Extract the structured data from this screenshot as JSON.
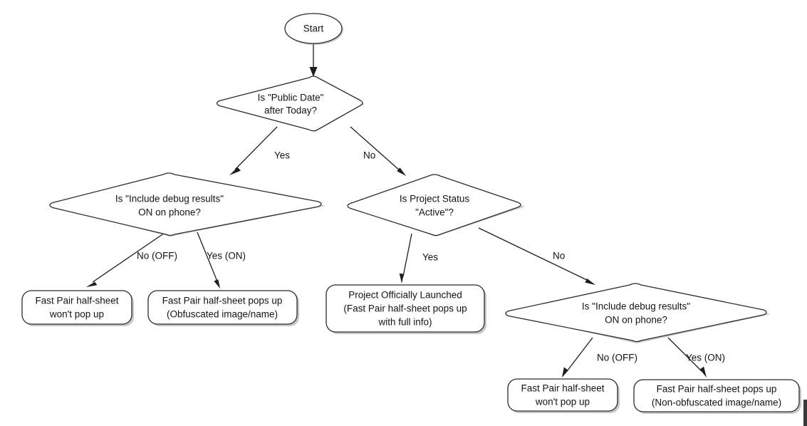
{
  "diagram": {
    "type": "flowchart",
    "title": "Fast Pair half-sheet decision flow",
    "background_color": "#ffffff",
    "line_color": "#1d1d1d",
    "shadow_color": "#9a9a9a"
  },
  "nodes": {
    "start": {
      "shape": "ellipse",
      "label": "Start",
      "lines": [
        "Start"
      ]
    },
    "decision_public_date": {
      "shape": "diamond",
      "lines": [
        "Is \"Public Date\"",
        "after Today?"
      ]
    },
    "decision_debug_left": {
      "shape": "diamond",
      "lines": [
        "Is \"Include debug results\"",
        "ON on phone?"
      ]
    },
    "decision_project_status": {
      "shape": "diamond",
      "lines": [
        "Is Project Status",
        "\"Active\"?"
      ]
    },
    "decision_debug_right": {
      "shape": "diamond",
      "lines": [
        "Is \"Include debug results\"",
        "ON on phone?"
      ]
    },
    "result_left_no": {
      "shape": "rounded-rect",
      "lines": [
        "Fast Pair half-sheet",
        "won't pop up"
      ]
    },
    "result_left_yes": {
      "shape": "rounded-rect",
      "lines": [
        "Fast Pair half-sheet pops up",
        "(Obfuscated image/name)"
      ]
    },
    "result_launched": {
      "shape": "rounded-rect",
      "lines": [
        "Project Officially Launched",
        "(Fast Pair half-sheet pops up",
        "with full info)"
      ]
    },
    "result_right_no": {
      "shape": "rounded-rect",
      "lines": [
        "Fast Pair half-sheet",
        "won't pop up"
      ]
    },
    "result_right_yes": {
      "shape": "rounded-rect",
      "lines": [
        "Fast Pair half-sheet pops up",
        "(Non-obfuscated image/name)"
      ]
    }
  },
  "edges": {
    "start_to_public_date": {
      "label": ""
    },
    "public_date_yes": {
      "label": "Yes"
    },
    "public_date_no": {
      "label": "No"
    },
    "debug_left_no": {
      "label": "No (OFF)"
    },
    "debug_left_yes": {
      "label": "Yes (ON)"
    },
    "project_status_yes": {
      "label": "Yes"
    },
    "project_status_no": {
      "label": "No"
    },
    "debug_right_no": {
      "label": "No (OFF)"
    },
    "debug_right_yes": {
      "label": "Yes (ON)"
    }
  }
}
